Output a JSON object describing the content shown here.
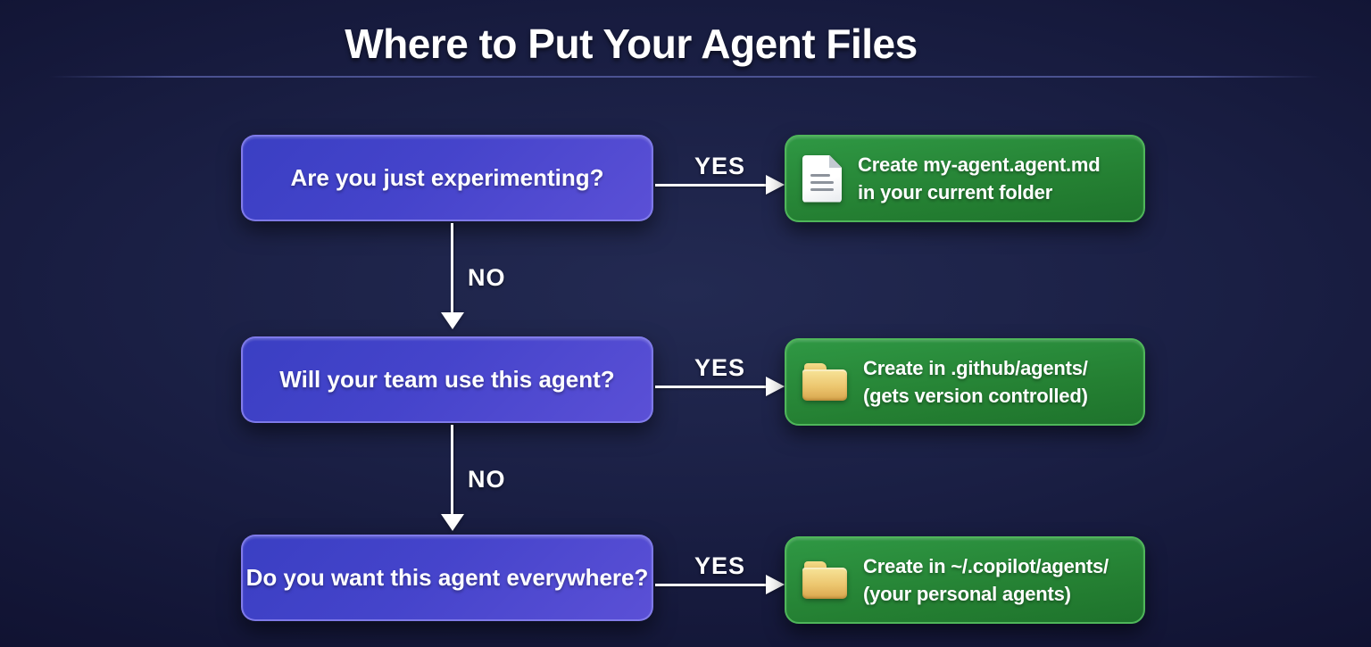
{
  "title": "Where to Put Your Agent Files",
  "colors": {
    "background_center": "#232a52",
    "background_edge": "#101231",
    "question_box_gradient_start": "#3a3fc3",
    "question_box_gradient_end": "#5b50d6",
    "question_box_border": "#8a84ee",
    "result_box_gradient_start": "#2f9844",
    "result_box_gradient_end": "#1e732c",
    "result_box_border": "#4fb65a",
    "folder_icon": "#ecc66f",
    "document_icon": "#ffffff",
    "arrow": "#ffffff",
    "text": "#ffffff"
  },
  "rows": [
    {
      "question": "Are you just experimenting?",
      "answer_label": "YES",
      "icon": "document-icon",
      "result_line1": "Create my-agent.agent.md",
      "result_line2": "in your current folder"
    },
    {
      "question": "Will your team use this agent?",
      "answer_label": "YES",
      "icon": "folder-icon",
      "result_line1": "Create in .github/agents/",
      "result_line2": "(gets version controlled)"
    },
    {
      "question": "Do you want this agent everywhere?",
      "answer_label": "YES",
      "icon": "folder-icon",
      "result_line1": "Create in ~/.copilot/agents/",
      "result_line2": "(your personal agents)"
    }
  ],
  "connectors": [
    {
      "label": "NO"
    },
    {
      "label": "NO"
    }
  ]
}
